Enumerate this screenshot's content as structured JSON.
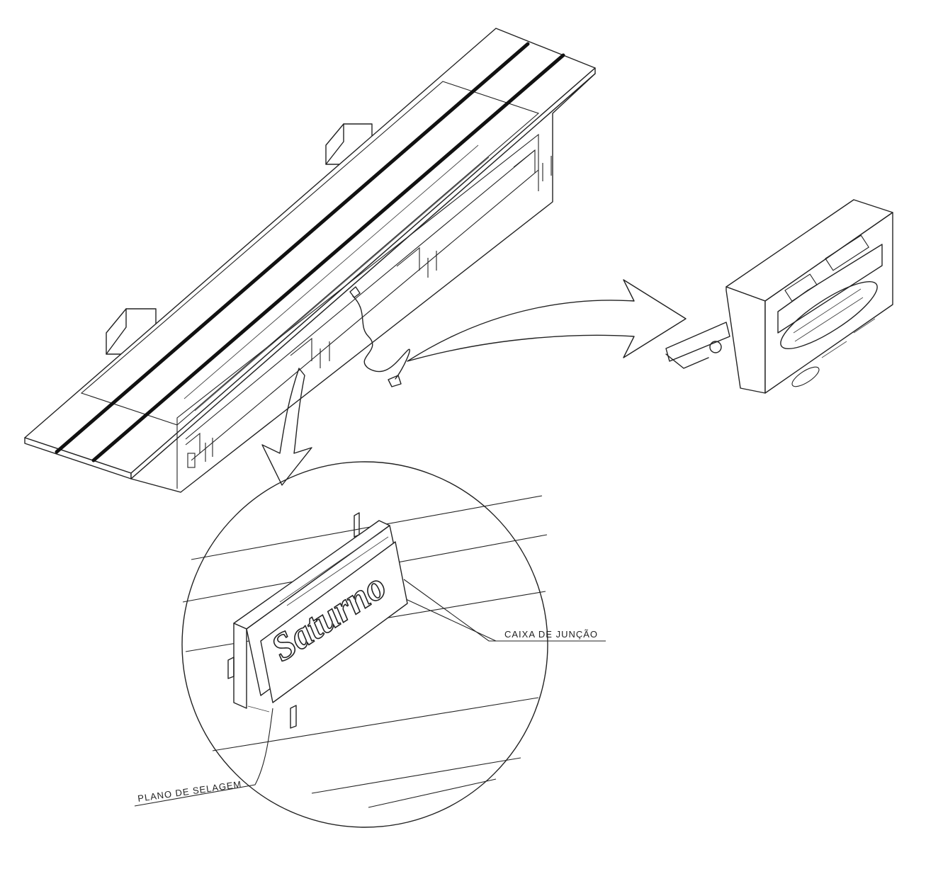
{
  "labels": {
    "junction_box": "CAIXA DE JUNÇÃO",
    "sealing_plane": "PLANO DE SELAGEM"
  },
  "brand": {
    "name": "Saturno"
  },
  "icons": {
    "arrow_to_detail": "arrow-down-icon",
    "arrow_to_indicator": "arrow-right-icon"
  },
  "colors": {
    "line": "#222222",
    "background": "#ffffff"
  }
}
